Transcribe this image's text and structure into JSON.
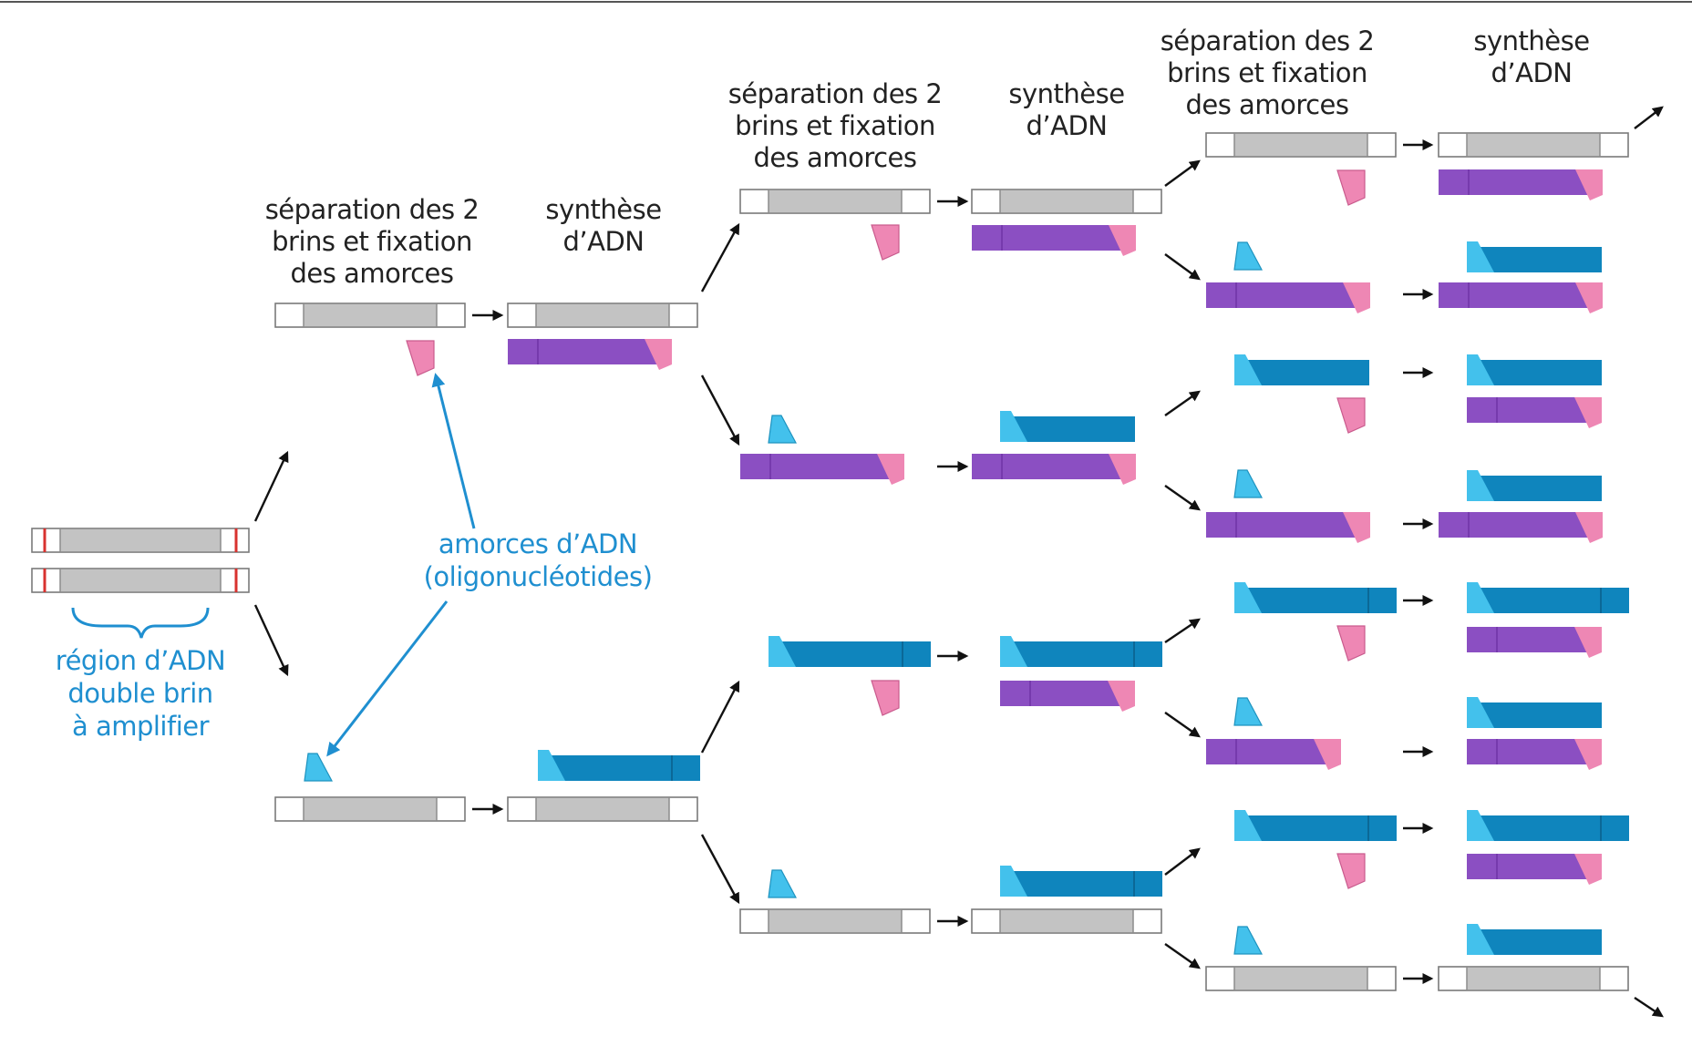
{
  "colors": {
    "template_gray": "#c3c3c3",
    "strand_purple": "#8b4fc2",
    "strand_blue": "#0f85bd",
    "primer_cyan": "#43c1ec",
    "primer_pink": "#ee87b4",
    "annotation_blue": "#1f8fd0",
    "marker_red": "#d8322f"
  },
  "labels": {
    "separation": [
      "séparation des 2",
      "brins et fixation",
      "des amorces"
    ],
    "synthesis": [
      "synthèse",
      "d’ADN"
    ],
    "primers": [
      "amorces d’ADN",
      "(oligonucléotides)"
    ],
    "region": [
      "région d’ADN",
      "double brin",
      "à amplifier"
    ]
  },
  "icons": [
    "arrow-icon",
    "brace-icon"
  ]
}
